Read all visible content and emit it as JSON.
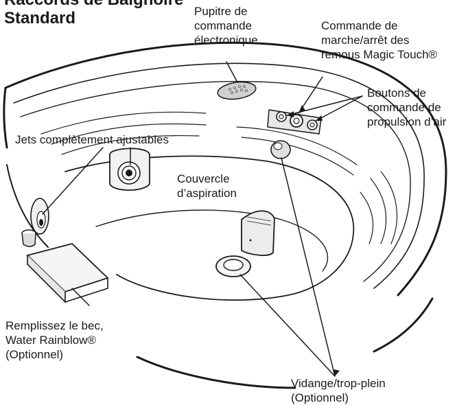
{
  "title_lines": [
    "Raccords de Baignoire",
    "Standard"
  ],
  "labels": {
    "control_panel": [
      "Pupitre de",
      "commande",
      "électronique"
    ],
    "magic_touch": [
      "Commande de",
      "marche/arrêt des",
      "remous Magic Touch®"
    ],
    "air_buttons": [
      "Boutons de",
      "commande de",
      "propulsion d’air"
    ],
    "jets": [
      "Jets complètement ajustables"
    ],
    "suction_cover": [
      "Couvercle",
      "d’aspiration"
    ],
    "spout": [
      "Remplissez le bec,",
      "Water Rainblow®",
      "(Optionnel)"
    ],
    "drain": [
      "Vidange/trop-plein",
      "(Optionnel)"
    ]
  }
}
